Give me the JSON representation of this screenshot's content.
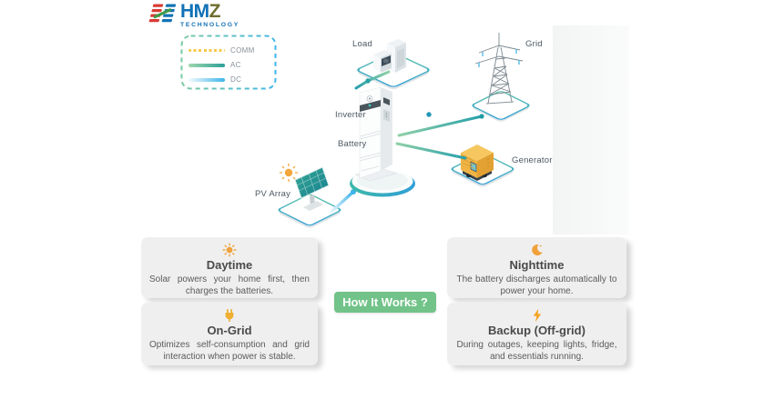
{
  "logo": {
    "hm": "HM",
    "z": "Z",
    "subtitle": "TECHNOLOGY"
  },
  "legend": {
    "items": [
      {
        "id": "comm",
        "label": "COMM",
        "color": "#f7c84b",
        "style": "dashed"
      },
      {
        "id": "ac",
        "label": "AC",
        "color": "#2c9f96",
        "style": "solid-gradient-green"
      },
      {
        "id": "dc",
        "label": "DC",
        "color": "#3db4e8",
        "style": "solid-gradient-blue"
      }
    ]
  },
  "diagram": {
    "labels": {
      "load": "Load",
      "grid": "Grid",
      "inverter": "Inverter",
      "battery": "Battery",
      "generator": "Generator",
      "pv": "PV Array"
    },
    "connections": [
      {
        "from": "load",
        "to": "inverter",
        "type": "AC"
      },
      {
        "from": "grid",
        "to": "inverter",
        "type": "AC"
      },
      {
        "from": "generator",
        "to": "inverter",
        "type": "AC"
      },
      {
        "from": "pv",
        "to": "inverter",
        "type": "DC"
      }
    ]
  },
  "button": {
    "label": "How It Works ?",
    "color": "#72c389"
  },
  "cards": [
    {
      "id": "daytime",
      "icon": "sun-icon",
      "title": "Daytime",
      "body": "Solar powers your home first, then charges the batteries."
    },
    {
      "id": "nighttime",
      "icon": "moon-icon",
      "title": "Nighttime",
      "body": "The battery discharges automatically to power your home."
    },
    {
      "id": "ongrid",
      "icon": "plug-icon",
      "title": "On-Grid",
      "body": "Optimizes self-consumption and grid interaction when power is stable."
    },
    {
      "id": "backup",
      "icon": "bolt-icon",
      "title": "Backup (Off-grid)",
      "body": "During outages, keeping lights, fridge, and essentials running."
    }
  ],
  "colors": {
    "brand_blue": "#1071b6",
    "brand_olive": "#6d6e2d",
    "accent_orange": "#f0a13a",
    "accent_green_button": "#72c389",
    "line_ac_start": "#9ed7b0",
    "line_ac_end": "#2c9f96",
    "line_dc": "#3db4e8",
    "line_comm": "#f7c84b",
    "card_bg": "#efeff0"
  }
}
